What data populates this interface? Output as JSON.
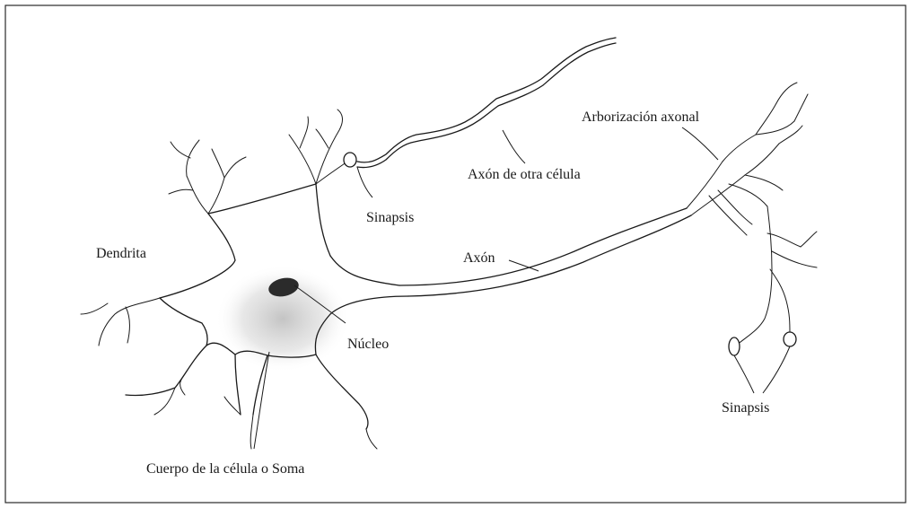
{
  "labels": {
    "dendrita": "Dendrita",
    "sinapsis_top": "Sinapsis",
    "axon_otra": "Axón de otra célula",
    "arborizacion": "Arborización axonal",
    "axon": "Axón",
    "nucleo": "Núcleo",
    "sinapsis_right": "Sinapsis",
    "soma": "Cuerpo de la célula o Soma"
  },
  "colors": {
    "line": "#1a1a1a",
    "nucleus": "#2b2b2b",
    "soma_fill": "#cfcfcf"
  }
}
